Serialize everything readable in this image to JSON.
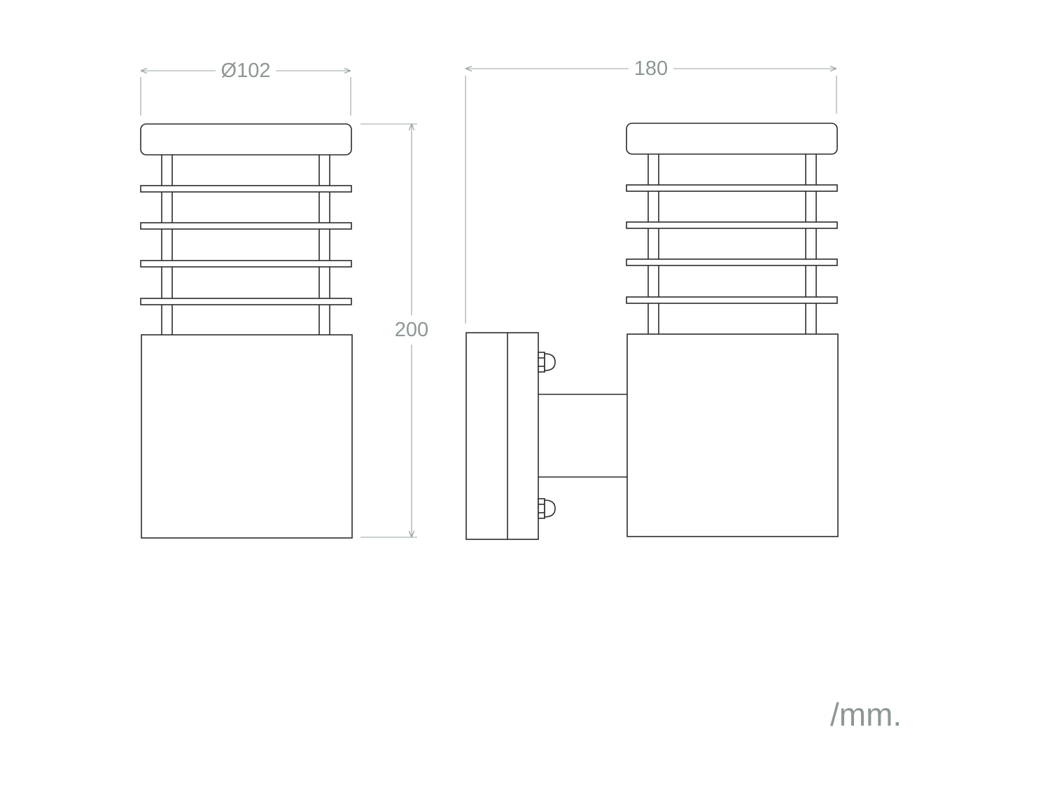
{
  "dimensions": {
    "diameter": "Ø102",
    "height": "200",
    "depth": "180"
  },
  "unit": "/mm.",
  "colors": {
    "line": "#2b2b2b",
    "dimension": "#9aa3a3",
    "dimension_text": "#8c9796",
    "background": "#ffffff"
  }
}
